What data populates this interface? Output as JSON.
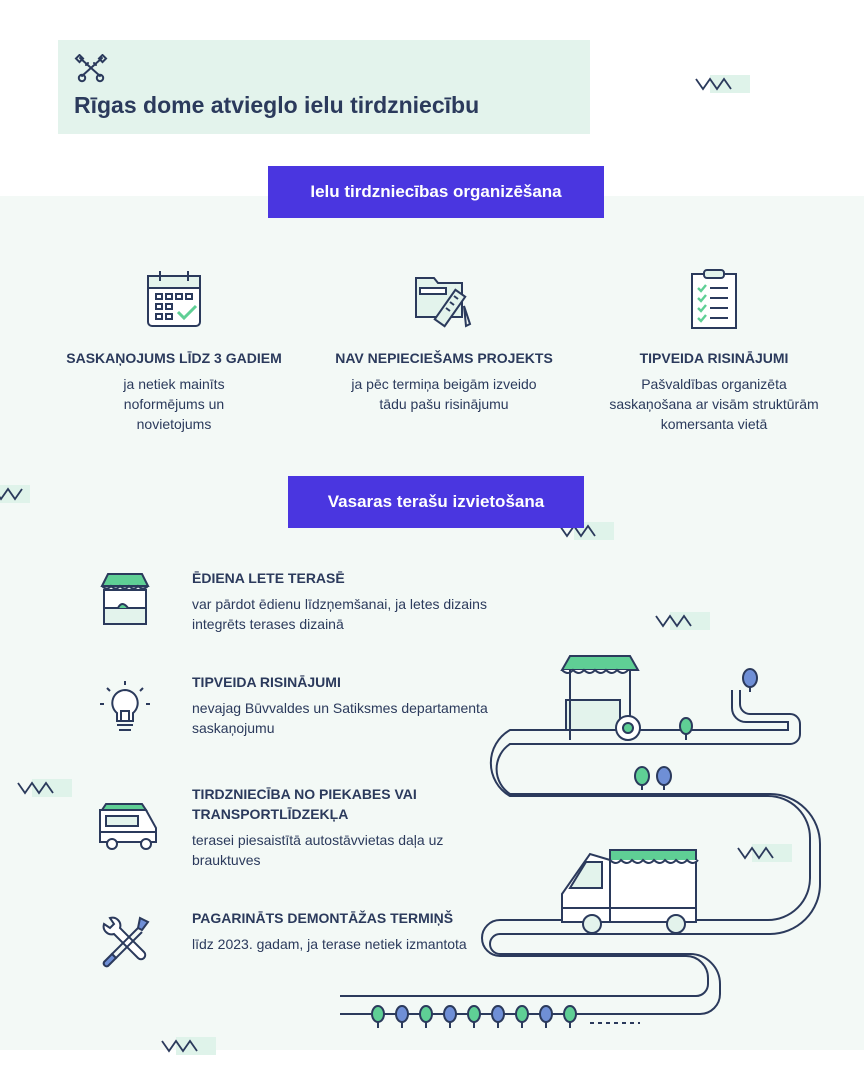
{
  "header": {
    "title": "Rīgas dome atvieglo ielu tirdzniecību",
    "logo_icon": "crossed-keys-icon"
  },
  "colors": {
    "banner": "#4a36e0",
    "text": "#2b3a5c",
    "accent_green": "#5fcf95",
    "accent_blue": "#6f8fd6",
    "panel_bg": "#f3f9f6"
  },
  "section1": {
    "title": "Ielu tirdzniecības organizēšana",
    "features": [
      {
        "icon": "calendar-check-icon",
        "title": "SASKAŅOJUMS LĪDZ 3 GADIEM",
        "desc": "ja netiek mainīts noformējums un novietojums"
      },
      {
        "icon": "folder-ruler-pencil-icon",
        "title": "NAV NEPIECIEŠAMS PROJEKTS",
        "desc": "ja pēc termiņa beigām izveido tādu pašu risinājumu"
      },
      {
        "icon": "clipboard-checklist-icon",
        "title": "TIPVEIDA RISINĀJUMI",
        "desc": "Pašvaldības organizēta saskaņošana ar visām struktūrām komersanta vietā"
      }
    ]
  },
  "section2": {
    "title": "Vasaras terašu izvietošana",
    "items": [
      {
        "icon": "market-stall-icon",
        "title": "ĒDIENA LETE TERASĒ",
        "desc": "var pārdot ēdienu līdzņemšanai, ja letes dizains integrēts terases dizainā"
      },
      {
        "icon": "lightbulb-icon",
        "title": "TIPVEIDA RISINĀJUMI",
        "desc": "nevajag Būvvaldes un Satiksmes departamenta saskaņojumu"
      },
      {
        "icon": "food-truck-icon",
        "title": "TIRDZNIECĪBA NO PIEKABES VAI TRANSPORTLĪDZEKĻA",
        "desc": "terasei piesaistītā autostāvvietas daļa uz brauktuves"
      },
      {
        "icon": "wrench-screwdriver-icon",
        "title": "PAGARINĀTS DEMONTĀŽAS TERMIŅŠ",
        "desc": "līdz 2023. gadam, ja terase netiek izmantota"
      }
    ]
  },
  "illustration": {
    "icon": "road-food-cart-truck-illustration"
  }
}
